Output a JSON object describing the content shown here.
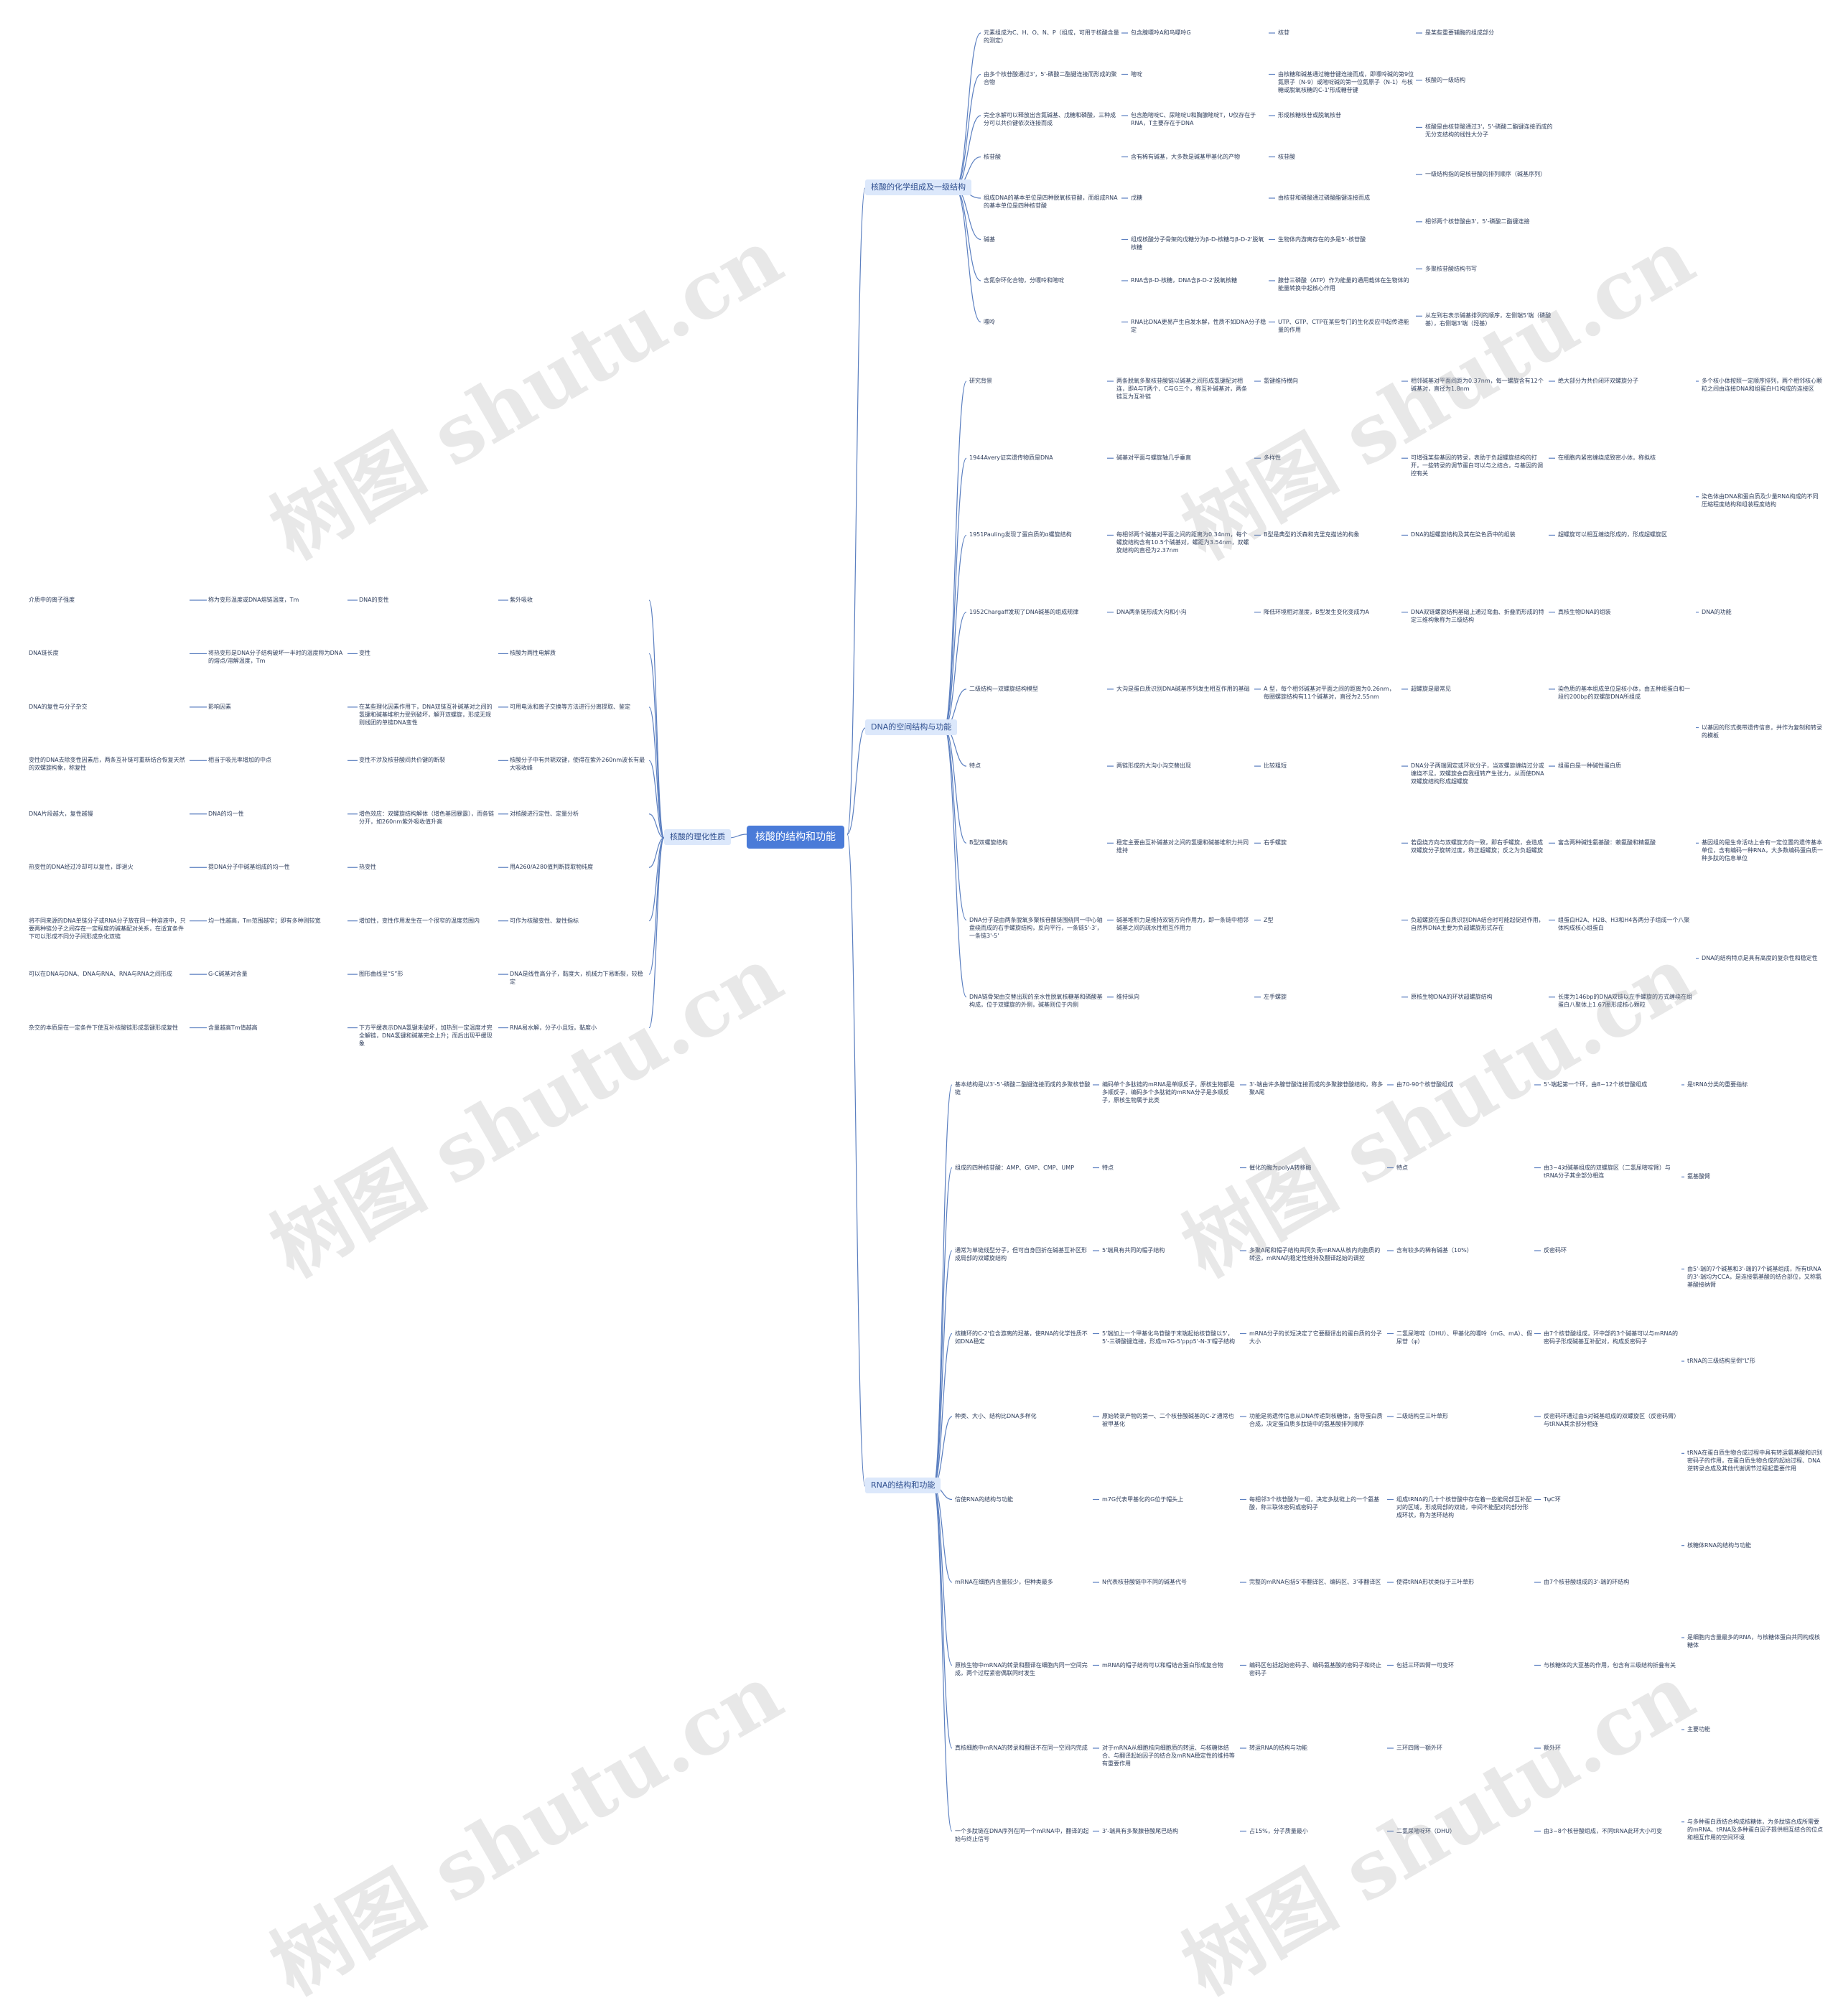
{
  "root": {
    "label": "核酸的结构和功能"
  },
  "right_branches": {
    "b1": {
      "label": "核酸的化学组成及一级结构"
    },
    "b2": {
      "label": "DNA的空间结构与功能"
    },
    "b3": {
      "label": "RNA的结构和功能"
    }
  },
  "left_branch": {
    "label": "核酸的理化性质"
  },
  "b1_nodes": [
    "元素组成为C、H、O、N、P（组成，可用于核酸含量的测定）",
    "由多个核苷酸通过3'，5'-磷酸二酯键连接而形成的聚合物",
    "完全水解可以释放出含氮碱基、戊糖和磷酸，三种成分可以共价键依次连接而成",
    "核苷酸",
    "组成DNA的基本单位是四种脱氧核苷酸，而组成RNA的基本单位是四种核苷酸",
    "碱基",
    "含氮杂环化合物，分嘌呤和嘧啶",
    "嘌呤",
    "包含腺嘌呤A和鸟嘌呤G",
    "嘧啶",
    "包含胞嘧啶C、尿嘧啶U和胸腺嘧啶T，U仅存在于RNA，T主要存在于DNA",
    "含有稀有碱基，大多数是碱基甲基化的产物",
    "戊糖",
    "组成核酸分子骨架的戊糖分为β-D-核糖与β-D-2'脱氧核糖",
    "RNA含β-D-核糖，DNA含β-D-2'脱氧核糖",
    "RNA比DNA更易产生自发水解，性质不如DNA分子稳定",
    "核苷",
    "由核糖和碱基通过糖苷键连接而成，即嘌呤碱的第9位氮原子（N-9）或嘧啶碱的第一位氮原子（N-1）与核糖或脱氧核糖的C-1'形成糖苷键",
    "形成核糖核苷或脱氧核苷",
    "核苷酸",
    "由核苷和磷酸通过磷酸酯键连接而成",
    "生物体内游离存在的多是5'-核苷酸",
    "腺苷三磷酸（ATP）作为能量的通用载体在生物体的能量转换中起核心作用",
    "UTP、GTP、CTP在某些专门的生化反应中起传递能量的作用",
    "是某些重要辅酶的组成部分",
    "核酸的一级结构",
    "核酸是由核苷酸通过3'，5'-磷酸二酯键连接而成的无分支结构的线性大分子",
    "一级结构指的是核苷酸的排列顺序（碱基序列）",
    "相邻两个核苷酸由3'，5'-磷酸二酯键连接",
    "多聚核苷酸结构书写",
    "从左到右表示碱基排列的顺序，左侧端5'端（磷酸基），右侧端3'端（羟基）"
  ],
  "b2_nodes": [
    "研究背景",
    "1944Avery证实遗传物质是DNA",
    "1951Pauling发现了蛋白质的α螺旋结构",
    "1952Chargaff发现了DNA碱基的组成规律",
    "二级结构—双螺旋结构模型",
    "特点",
    "B型双螺旋结构",
    "DNA分子是由两条脱氧多聚核苷酸链围绕同一中心轴盘绕而成的右手螺旋结构，反向平行，一条链5'-3'，一条链3'-5'",
    "DNA链骨架由交替出现的亲水性脱氧核糖基和磷酸基构成，位于双螺旋的外侧，碱基则位于内侧",
    "两条脱氧多聚核苷酸链以碱基之间形成氢键配对相连，即A与T两个、C与G三个，称互补碱基对，两条链互为互补链",
    "碱基对平面与螺旋轴几乎垂直",
    "每相邻两个碱基对平面之间的距离为0.34nm，每个螺旋结构含有10.5个碱基对，螺距为3.54nm，双螺旋结构的直径为2.37nm",
    "DNA两条链形成大沟和小沟",
    "大沟是蛋白质识别DNA碱基序列发生相互作用的基础",
    "两链形成的大沟小沟交替出现",
    "稳定主要由互补碱基对之间的氢键和碱基堆积力共同维持",
    "碱基堆积力是维持双链方向作用力，即一条链中相邻碱基之间的疏水性相互作用力",
    "维持纵向",
    "氢键维持横向",
    "多样性",
    "B型是典型的沃森和克里克描述的构象",
    "降低环境相对湿度，B型发生变化变成为A",
    "A 型，每个相邻碱基对平面之间的距离为0.26nm，每圈螺旋结构有11个碱基对，直径为2.55nm",
    "比较粗短",
    "右手螺旋",
    "Z型",
    "左手螺旋",
    "相邻碱基对平面间距为0.37nm，每一螺旋含有12个碱基对，直径为1.8nm",
    "可增强某些基因的转录，表助于负超螺旋结构的打开，一些转录的调节蛋白可以与之结合，与基因的调控有关",
    "DNA的超螺旋结构及其在染色质中的组装",
    "DNA双链螺旋结构基础上通过弯曲、折叠而形成的特定三维构象称为三级结构",
    "超螺旋是最常见",
    "DNA分子两端固定或环状分子，当双螺旋缠绕过分或缠绕不足，双螺旋会自我扭转产生张力，从而使DNA双螺旋结构形成超螺旋",
    "若盘绕方向与双螺旋方向一致，即右手螺旋，会造成双螺旋分子旋转过度，称正超螺旋；反之为负超螺旋",
    "负超螺旋在蛋白质识别DNA结合时可能起促进作用，自然界DNA主要为负超螺旋形式存在",
    "原核生物DNA的环状超螺旋结构",
    "绝大部分为共价闭环双螺旋分子",
    "在细胞内紧密缠绕成致密小体，称拟核",
    "超螺旋可以相互缠绕形成的，形成超螺旋区",
    "真核生物DNA的组装",
    "染色质的基本组成单位是核小体，由五种组蛋白和一段约200bp的双螺旋DNA所组成",
    "组蛋白是一种碱性蛋白质",
    "富含两种碱性氨基酸：赖氨酸和精氨酸",
    "组蛋白H2A、H2B、H3和H4各两分子组成一个八聚体构成核心组蛋白",
    "长度为146bp的DNA双链以左手螺旋的方式缠绕在组蛋白八聚体上1.67圈形成核心颗粒",
    "多个核小体按照一定顺序排列，两个相邻核心颗粒之间由连接DNA和组蛋白H1构成的连接区",
    "染色体由DNA和蛋白质及少量RNA构成的不同压缩程度结构和组装程度结构",
    "DNA的功能",
    "以基因的形式携带遗传信息，并作为复制和转录的模板",
    "基因组的是生命活动上会有一定位置的遗传基本单位，含有编码一种RNA，大多数编码蛋白质一种多肽的信息单位",
    "DNA的结构特点是具有高度的复杂性和稳定性"
  ],
  "b3_nodes": [
    "基本结构是以3'-5'-磷酸二酯键连接而成的多聚核苷酸链",
    "组成的四种核苷酸：AMP、GMP、CMP、UMP",
    "通常为单链线型分子，但可自身回折在碱基互补区形成局部的双螺旋结构",
    "核糖环的C-2'位含游离的羟基，使RNA的化学性质不如DNA稳定",
    "种类、大小、结构比DNA多样化",
    "信使RNA的结构与功能",
    "mRNA在细胞内含量较少，但种类最多",
    "原核生物中mRNA的转录和翻译在细胞内同一空间完成，两个过程紧密偶联同时发生",
    "真核细胞中mRNA的转录和翻译不在同一空间内完成",
    "一个多肽链在DNA序列在同一个mRNA中，翻译的起始与终止信号",
    "编码单个多肽链的mRNA是单顺反子，原核生物都是多顺反子，编码多个多肽链的mRNA分子是多顺反子，原核生物属于此类",
    "特点",
    "5'端具有共同的帽子结构",
    "5'端加上一个甲基化鸟苷酸于末端起始核苷酸以5'，5'-三磷酸键连接，形成m7G-5'ppp5'-N-3'帽子结构",
    "原始转录产物的第一、二个核苷酸碱基的C-2'通常也被甲基化",
    "m7G代表甲基化的G位于帽头上",
    "N代表核苷酸链中不同的碱基代号",
    "mRNA的帽子结构可以和帽结合蛋白形成复合物",
    "对于mRNA从细胞核向细胞质的转运、与核糖体结合、与翻译起始因子的结合及mRNA稳定性的维持等有重要作用",
    "3'-端具有多聚腺苷酸尾巴结构",
    "3'-端由许多腺苷酸连接而成的多聚腺苷酸结构，称多聚A尾",
    "催化的酶为polyA转移酶",
    "多聚A尾和帽子结构共同负责mRNA从核内向胞质的转运，mRNA的稳定性维持及翻译起始的调控",
    "mRNA分子的长短决定了它要翻译出的蛋白质的分子大小",
    "功能是将遗传信息从DNA传递到核糖体，指导蛋白质合成，决定蛋白质多肽链中的氨基酸排列顺序",
    "每相邻3个核苷酸为一组，决定多肽链上的一个氨基酸，称三联体密码或密码子",
    "完整的mRNA包括5'非翻译区、编码区、3'非翻译区",
    "编码区包括起始密码子、编码氨基酸的密码子和终止密码子",
    "转运RNA的结构与功能",
    "占15%，分子质量最小",
    "由70-90个核苷酸组成",
    "特点",
    "含有较多的稀有碱基（10%）",
    "二氢尿嘧啶（DHU）、甲基化的嘌呤（mG、mA）、假尿苷（ψ）",
    "二级结构呈三叶草形",
    "组成tRNA的几十个核苷酸中存在着一些能局部互补配对的区域，形成局部的双链，中间不能配对的部分形成环状，称为茎环结构",
    "使得tRNA形状类似于三叶草形",
    "包括三环四臂一可变环",
    "三环四臂一额外环",
    "二氢尿嘧啶环（DHU）",
    "5'-端起第一个环，由8~12个核苷酸组成",
    "由3~4对碱基组成的双螺旋区（二氢尿嘧啶臂）与tRNA分子其余部分相连",
    "反密码环",
    "由7个核苷酸组成，环中部的3个碱基可以与mRNA的密码子形成碱基互补配对，构成反密码子",
    "反密码环通过由5对碱基组成的双螺旋区（反密码臂）与tRNA其余部分相连",
    "TψC环",
    "由7个核苷酸组成的3'-端的环结构",
    "与核糖体的大亚基的作用，包含有三级结构折叠有关",
    "额外环",
    "由3~8个核苷酸组成，不同tRNA此环大小可变",
    "是tRNA分类的重要指标",
    "氨基酸臂",
    "由5'-端的7个碱基和3'-端的7个碱基组成，所有tRNA的3'-端均为CCA，是连接氨基酸的结合部位，又称氨基酸接纳臂",
    "tRNA的三级结构呈倒“L”形",
    "tRNA在蛋白质生物合成过程中具有转运氨基酸和识别密码子的作用，在蛋白质生物合成的起始过程、DNA逆转录合成及其他代谢调节过程起重要作用",
    "核糖体RNA的结构与功能",
    "是细胞内含量最多的RNA，与核糖体蛋白共同构成核糖体",
    "主要功能",
    "与多种蛋白质结合构成核糖体，为多肽链合成所需要的mRNA、tRNA及多种蛋白因子提供相互结合的位点和相互作用的空间环境"
  ],
  "left_nodes": [
    "紫外吸收",
    "核酸为两性电解质",
    "可用电泳和离子交换等方法进行分离提取、鉴定",
    "核酸分子中有共轭双键，使得在紫外260nm波长有最大吸收峰",
    "对核酸进行定性、定量分析",
    "用A260/A280值判断提取物纯度",
    "可作为核酸变性、复性指标",
    "DNA是线性高分子，黏度大，机械力下易断裂，较稳定",
    "RNA易水解，分子小且短，黏度小",
    "DNA的变性",
    "变性",
    "在某些理化因素作用下，DNA双链互补碱基对之间的氢键和碱基堆积力受到破坏，解开双螺旋，形成无规则线团的单链DNA变性",
    "变性不涉及核苷酸间共价键的断裂",
    "增色效应：双螺旋结构解体（增色基团暴露），而各链分开，如260nm紫外吸收值升高",
    "热变性",
    "增加性，变性作用发生在一个很窄的温度范围内",
    "图形曲线呈“S”形",
    "下方平缓表示DNA氢键未破坏，加热到一定温度才完全解链，DNA氢键和碱基完全上升；而后出现平缓现象",
    "称为变形温度或DNA熔链温度，Tm",
    "将热变形是DNA分子结构破坏一半时的温度称为DNA的熔点/溶解温度，Tm",
    "影响因素",
    "相当于吸光率增加的中点",
    "DNA的均一性",
    "提DNA分子中碱基组成的均一性",
    "均一性越高，Tm范围越窄；即有多种则较宽",
    "G-C碱基对含量",
    "含量越高Tm值越高",
    "介质中的离子强度",
    "DNA链长度",
    "DNA的复性与分子杂交",
    "变性的DNA去除变性因素后，两条互补链可重新结合恢复天然的双螺旋构象，称复性",
    "DNA片段越大，复性越慢",
    "热变性的DNA经过冷却可以复性，即退火",
    "将不同来源的DNA单链分子或RNA分子放在同一种溶液中，只要两种链分子之间存在一定程度的碱基配对关系，在适宜条件下可以形成不同分子间形成杂化双链",
    "可以在DNA与DNA、DNA与RNA、RNA与RNA之间形成",
    "杂交的本质是在一定条件下使互补核酸链形成氢键形成复性"
  ],
  "watermark": {
    "text": "树图 shutu.cn"
  }
}
